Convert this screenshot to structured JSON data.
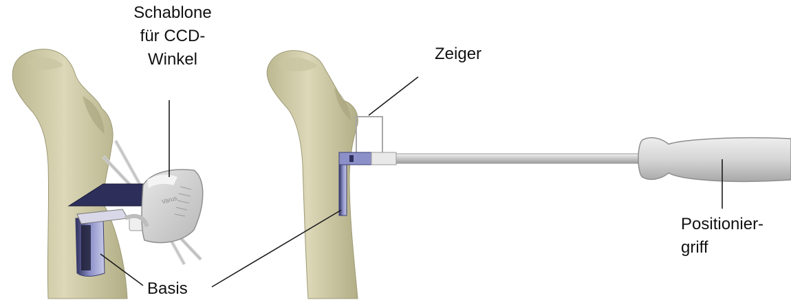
{
  "labels": {
    "template": [
      "Schablone",
      "für CCD-",
      "Winkel"
    ],
    "pointer": "Zeiger",
    "base": "Basis",
    "handle": [
      "Positionier-",
      "griff"
    ],
    "template_engraving": "Varus"
  },
  "colors": {
    "bone": "#d6d2b0",
    "bone_shadow": "#a9a47e",
    "base_metal": "#8c90c8",
    "handle": "#d9d9d9",
    "leader_line": "#1a1a1a"
  }
}
